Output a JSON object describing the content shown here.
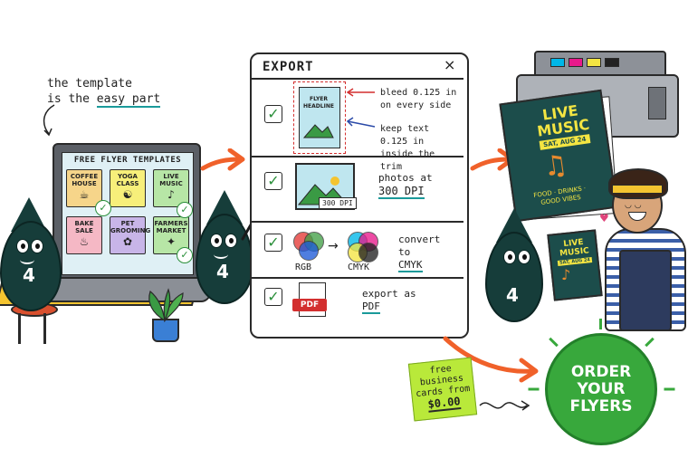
{
  "note": {
    "line1": "the template",
    "line2_prefix": "is the ",
    "line2_highlight": "easy part"
  },
  "laptop": {
    "screen_title": "FREE FLYER TEMPLATES",
    "templates": [
      {
        "label": "COFFEE HOUSE",
        "icon": "coffee-cup-icon",
        "bg": "#f6d58a"
      },
      {
        "label": "YOGA CLASS",
        "icon": "yoga-icon",
        "bg": "#f7ef7a"
      },
      {
        "label": "LIVE MUSIC",
        "icon": "guitar-icon",
        "bg": "#b7e6a6"
      },
      {
        "label": "BAKE SALE",
        "icon": "cupcake-icon",
        "bg": "#f5b8c5"
      },
      {
        "label": "PET GROOMING",
        "icon": "dog-icon",
        "bg": "#c8b5e8"
      },
      {
        "label": "FARMERS MARKET",
        "icon": "carrot-icon",
        "bg": "#b7e6a6"
      }
    ]
  },
  "characters": {
    "drop_number": "4"
  },
  "export_panel": {
    "title": "EXPORT",
    "close": "×",
    "flyer_mini_headline": "FLYER HEADLINE",
    "bleed_text": "bleed 0.125 in on every side",
    "trim_text": "keep text 0.125 in inside the trim",
    "photo_dpi_tag": "300 DPI",
    "photos_text": "photos at",
    "photos_highlight": "300 DPI",
    "rgb_label": "RGB",
    "cmyk_label": "CMYK",
    "convert_text": "convert to",
    "convert_highlight": "CMYK",
    "pdf_tag": "PDF",
    "export_text": "export as",
    "export_highlight": "PDF"
  },
  "poster": {
    "title": "LIVE MUSIC",
    "date": "SAT, AUG 24",
    "footer": "FOOD · DRINKS · GOOD VIBES"
  },
  "small_poster": {
    "title": "LIVE MUSIC",
    "date": "SAT, AUG 24"
  },
  "sticky_note": {
    "line1": "free business",
    "line2": "cards from",
    "price": "$0.00"
  },
  "order_badge": {
    "label": "ORDER YOUR FLYERS"
  },
  "colors": {
    "accent_orange": "#f0612a",
    "accent_teal": "#1a9a9a",
    "drop_green": "#163d3a",
    "badge_green": "#38a83c",
    "poster_yellow": "#f4e542"
  }
}
